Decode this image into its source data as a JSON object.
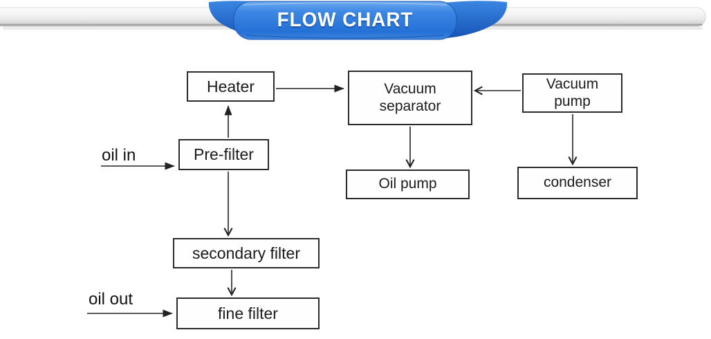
{
  "banner": {
    "title": "FLOW CHART",
    "ribbon_color": "#2e7bdc",
    "bar_color": "#e0e0e0"
  },
  "diagram": {
    "line_color": "#222222",
    "nodes": {
      "heater": {
        "label": "Heater"
      },
      "vacuum_separator": {
        "line1": "Vacuum",
        "line2": "separator"
      },
      "vacuum_pump": {
        "line1": "Vacuum",
        "line2": "pump"
      },
      "pre_filter": {
        "label": "Pre-filter"
      },
      "oil_pump": {
        "label": "Oil pump"
      },
      "condenser": {
        "label": "condenser"
      },
      "secondary_filter": {
        "label": "secondary filter"
      },
      "fine_filter": {
        "label": "fine filter"
      }
    },
    "labels": {
      "oil_in": "oil in",
      "oil_out": "oil out"
    },
    "connections": [
      "pre_filter -> heater",
      "heater -> vacuum_separator",
      "vacuum_pump -> vacuum_separator",
      "vacuum_separator -> oil_pump",
      "vacuum_pump -> condenser",
      "pre_filter -> secondary_filter",
      "secondary_filter -> fine_filter",
      "oil_in -> pre_filter",
      "oil_out -> fine_filter"
    ]
  }
}
